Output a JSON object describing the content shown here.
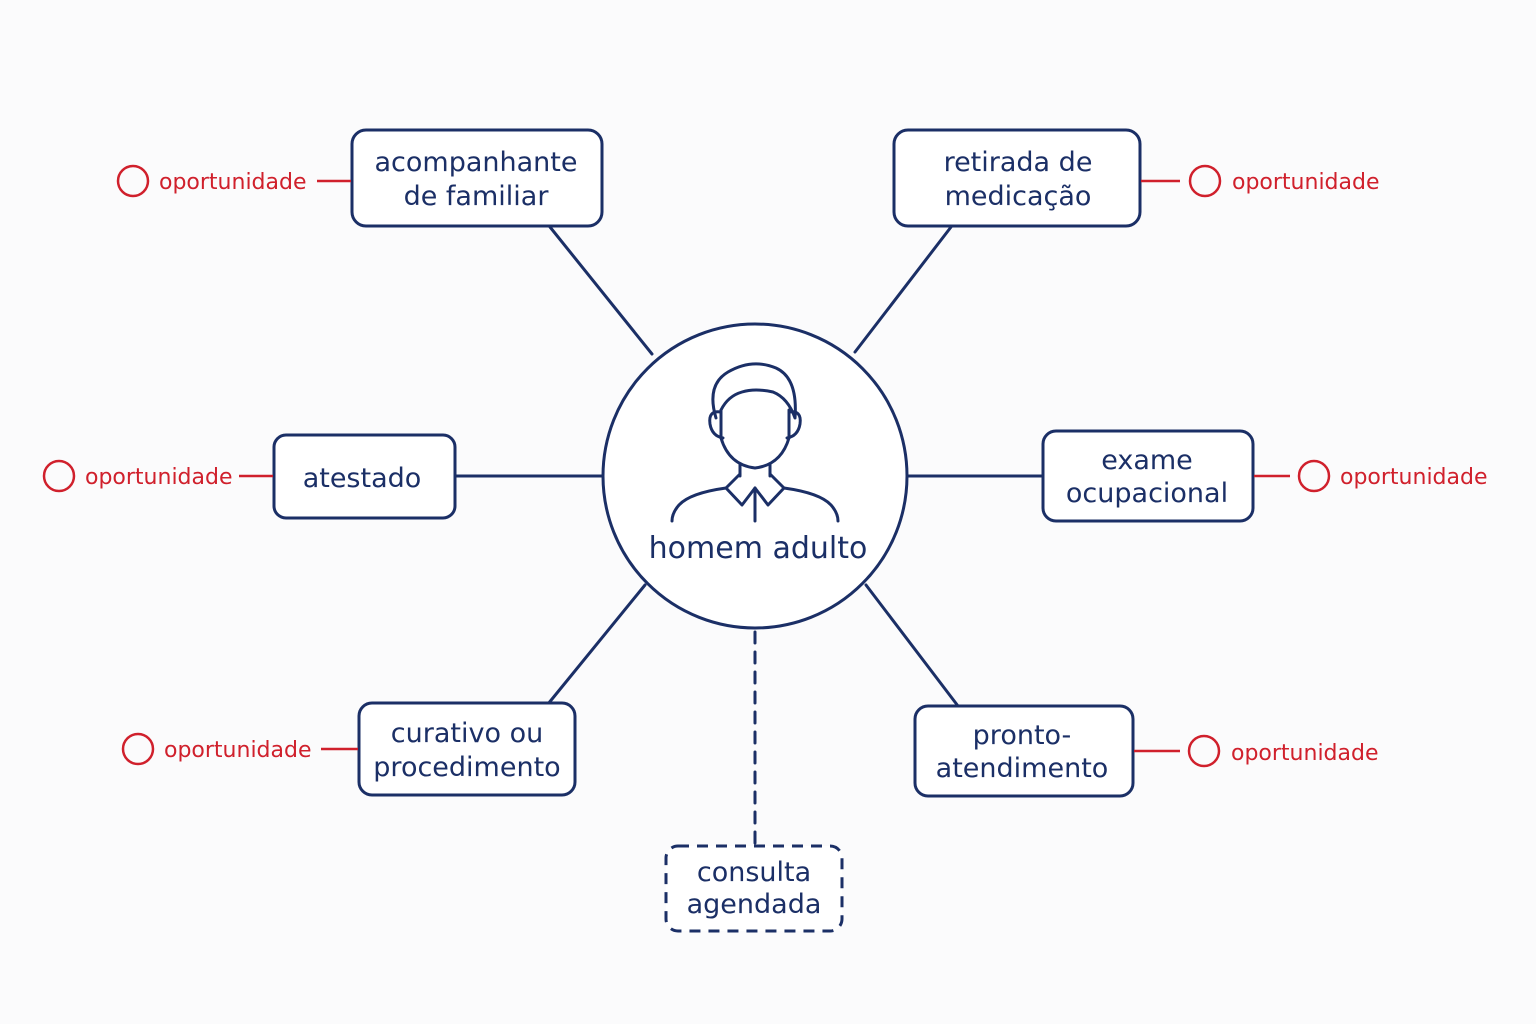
{
  "colors": {
    "navy": "#1b2f66",
    "red": "#d0202c",
    "background": "#fbfbfc"
  },
  "center": {
    "label": "homem adulto",
    "icon": "person-icon"
  },
  "nodes": {
    "acompanhante": {
      "line1": "acompanhante",
      "line2": "de familiar",
      "opportunity": "oportunidade"
    },
    "retirada": {
      "line1": "retirada de",
      "line2": "medicação",
      "opportunity": "oportunidade"
    },
    "atestado": {
      "line1": "atestado",
      "opportunity": "oportunidade"
    },
    "exame": {
      "line1": "exame",
      "line2": "ocupacional",
      "opportunity": "oportunidade"
    },
    "curativo": {
      "line1": "curativo ou",
      "line2": "procedimento",
      "opportunity": "oportunidade"
    },
    "pronto": {
      "line1": "pronto-",
      "line2": "atendimento",
      "opportunity": "oportunidade"
    },
    "consulta": {
      "line1": "consulta",
      "line2": "agendada"
    }
  }
}
